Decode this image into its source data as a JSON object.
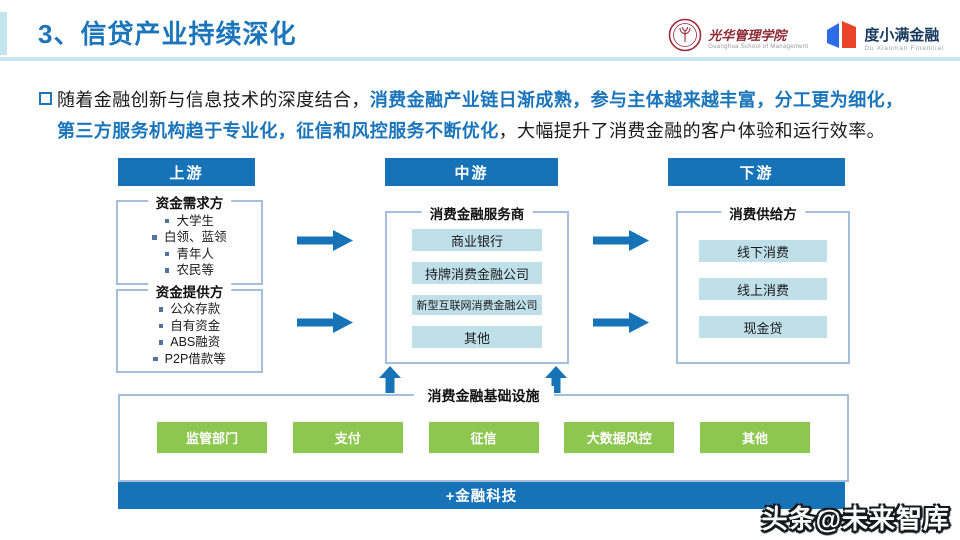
{
  "slide": {
    "title": "3、信贷产业持续深化",
    "watermark": "头条@未来智库"
  },
  "logos": {
    "guanghua": {
      "name": "光华管理学院",
      "subtitle": "Guanghua School of Management"
    },
    "duxiaoman": {
      "name": "度小满金融",
      "subtitle": "Du Xiaoman Financial"
    }
  },
  "paragraph": {
    "s1": "随着金融创新与信息技术的深度结合，",
    "s2": "消费金融产业链日渐成熟，参与主体越来越丰富，分工更为细化，",
    "s3": "第三方服务机构趋于专业化，征信和风控服务不断优化",
    "s4": "，大幅提升了消费金融的客户体验和运行效率。"
  },
  "diagram": {
    "columns": {
      "upstream": "上游",
      "midstream": "中游",
      "downstream": "下游"
    },
    "demand": {
      "title": "资金需求方",
      "items": [
        "大学生",
        "白领、蓝领",
        "青年人",
        "农民等"
      ]
    },
    "supply": {
      "title": "资金提供方",
      "items": [
        "公众存款",
        "自有资金",
        "ABS融资",
        "P2P借款等"
      ]
    },
    "providers": {
      "title": "消费金融服务商",
      "items": [
        "商业银行",
        "持牌消费金融公司",
        "新型互联网消费金融公司",
        "其他"
      ]
    },
    "consumers": {
      "title": "消费供给方",
      "items": [
        "线下消费",
        "线上消费",
        "现金贷"
      ]
    },
    "infrastructure": {
      "title": "消费金融基础设施",
      "items": [
        "监管部门",
        "支付",
        "征信",
        "大数据风控",
        "其他"
      ]
    },
    "fintech_bar": "+金融科技"
  },
  "icons": {
    "paragraph_bullet": "square-outline",
    "list_bullet": "small-square",
    "arrow_right": "solid-right-arrow",
    "arrow_up": "solid-up-arrow",
    "guanghua_seal": "red-circular-seal",
    "duxiaoman_mark": "blue-red-open-book"
  },
  "colors": {
    "blue": "#1673B8",
    "title_blue": "#1B75BB",
    "light_blue": "#BFDFE9",
    "border_blue": "#A4BEDC",
    "green": "#8DC750",
    "divider": "#C9E7F1",
    "accent": "#C3E5EC"
  }
}
